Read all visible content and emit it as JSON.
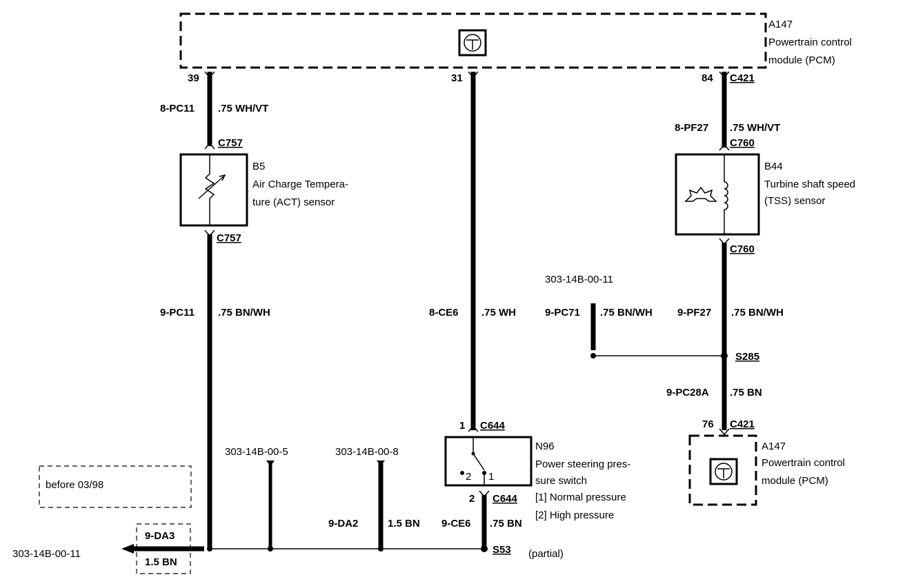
{
  "pcm_top": {
    "id": "A147",
    "name": "Powertrain control",
    "name2": "module (PCM)"
  },
  "pcm_bottom": {
    "id": "A147",
    "name": "Powertrain control",
    "name2": "module (PCM)",
    "pin": "76",
    "connector": "C421"
  },
  "pins": {
    "left": "39",
    "middle": "31",
    "right": "84",
    "right_connector": "C421"
  },
  "wires": {
    "w1_id": "8-PC11",
    "w1_spec": ".75 WH/VT",
    "w2_id": "9-PC11",
    "w2_spec": ".75 BN/WH",
    "w3_id": "8-CE6",
    "w3_spec": ".75 WH",
    "w4_id": "8-PF27",
    "w4_spec": ".75 WH/VT",
    "w5_id": "9-PF27",
    "w5_spec": ".75 BN/WH",
    "w6_id": "9-PC71",
    "w6_spec": ".75 BN/WH",
    "w7_id": "9-PC28A",
    "w7_spec": ".75 BN",
    "w8_id": "9-DA2",
    "w8_spec": "1.5 BN",
    "w9_id": "9-CE6",
    "w9_spec": ".75 BN",
    "w10_id": "9-DA3",
    "w10_spec": "1.5 BN"
  },
  "act_sensor": {
    "conn_top": "C757",
    "conn_bottom": "C757",
    "id": "B5",
    "name": "Air Charge Tempera-",
    "name2": "ture (ACT) sensor"
  },
  "tss_sensor": {
    "conn_top": "C760",
    "conn_bottom": "C760",
    "id": "B44",
    "name": "Turbine shaft speed",
    "name2": "(TSS) sensor"
  },
  "ps_switch": {
    "pin1": "1",
    "conn_top": "C644",
    "pin2": "2",
    "conn_bottom": "C644",
    "id": "N96",
    "name": "Power steering pres-",
    "name2": "sure switch",
    "state1": "[1] Normal pressure",
    "state2": "[2] High pressure",
    "contact1": "1",
    "contact2": "2"
  },
  "splices": {
    "s285": "S285",
    "s53": "S53",
    "partial": "(partial)"
  },
  "refs": {
    "r1": "303-14B-00-11",
    "r2": "303-14B-00-5",
    "r3": "303-14B-00-8",
    "r4": "303-14B-00-11"
  },
  "note": "before 03/98"
}
